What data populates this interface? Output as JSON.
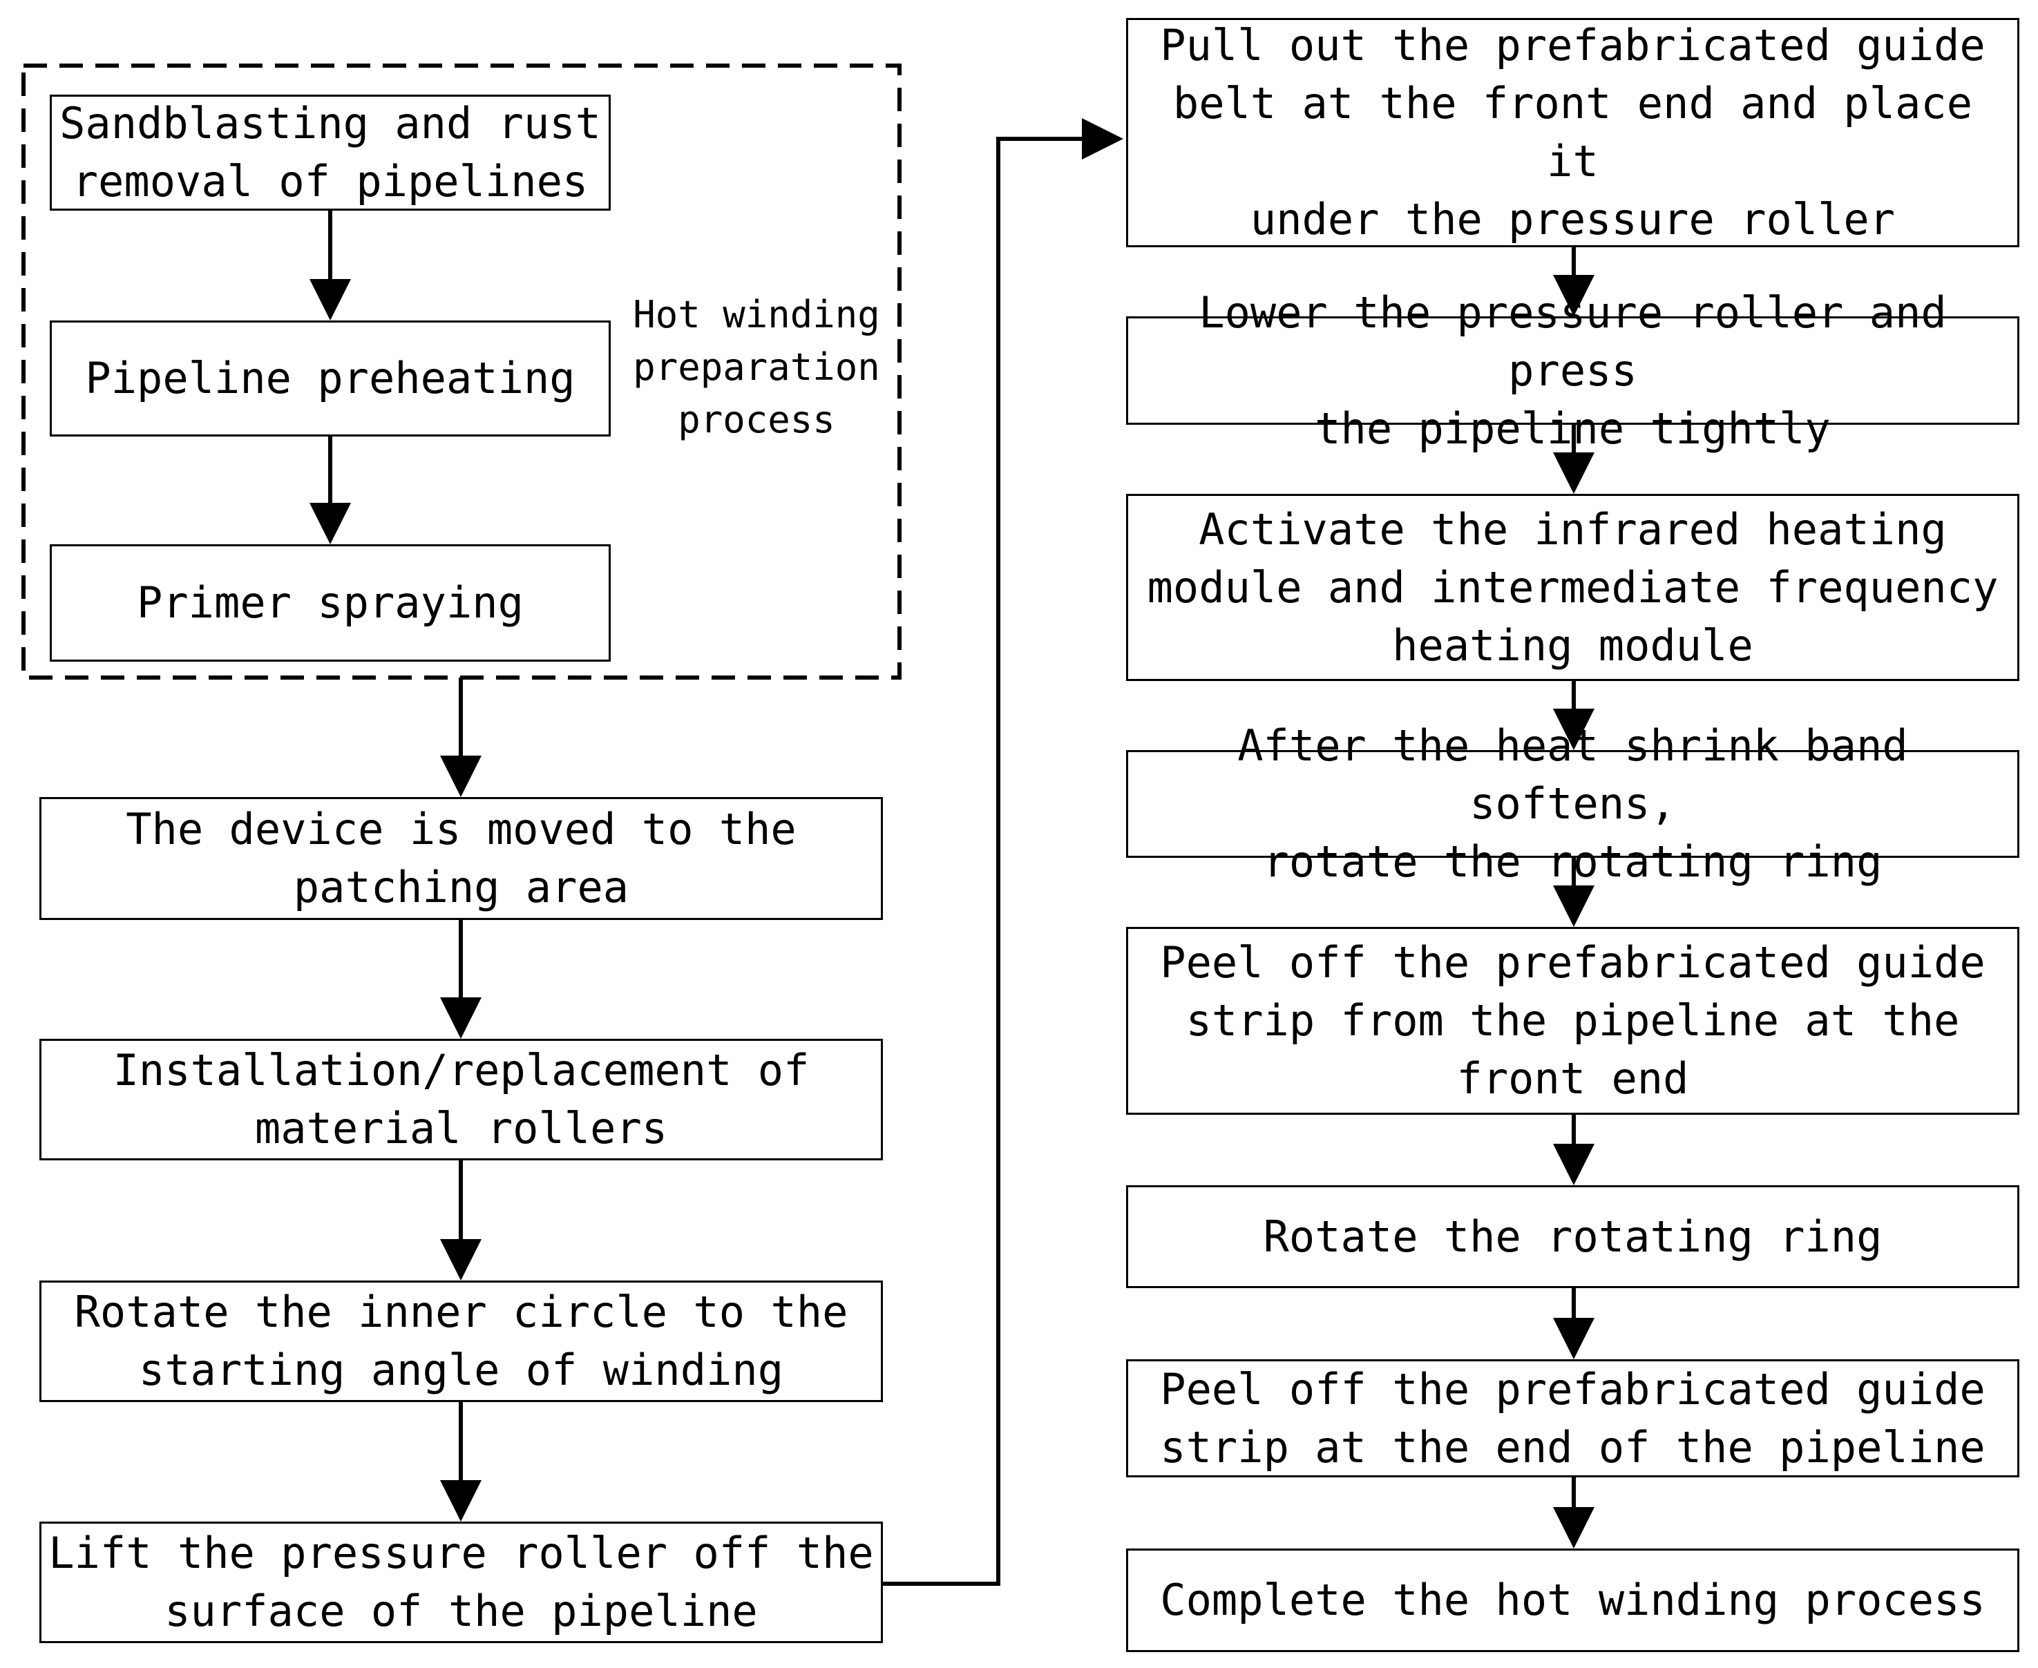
{
  "preparation_group": {
    "label": "Hot winding\npreparation process",
    "steps": [
      "Sandblasting and rust\nremoval of pipelines",
      "Pipeline preheating",
      "Primer spraying"
    ]
  },
  "left_column": [
    "The device is moved to the\npatching area",
    "Installation/replacement of\nmaterial rollers",
    "Rotate the inner circle to the\nstarting angle of winding",
    "Lift the pressure roller off the\nsurface of the pipeline"
  ],
  "right_column": [
    "Pull out the prefabricated guide\nbelt at the front end and place it\nunder the pressure roller",
    "Lower the pressure roller and press\nthe pipeline tightly",
    "Activate the infrared heating\nmodule and intermediate frequency\nheating module",
    "After the heat shrink band softens,\nrotate the rotating ring",
    "Peel off the prefabricated guide\nstrip from the pipeline at the\nfront end",
    "Rotate the rotating ring",
    "Peel off the prefabricated guide\nstrip at the end of the pipeline",
    "Complete the hot winding process"
  ]
}
